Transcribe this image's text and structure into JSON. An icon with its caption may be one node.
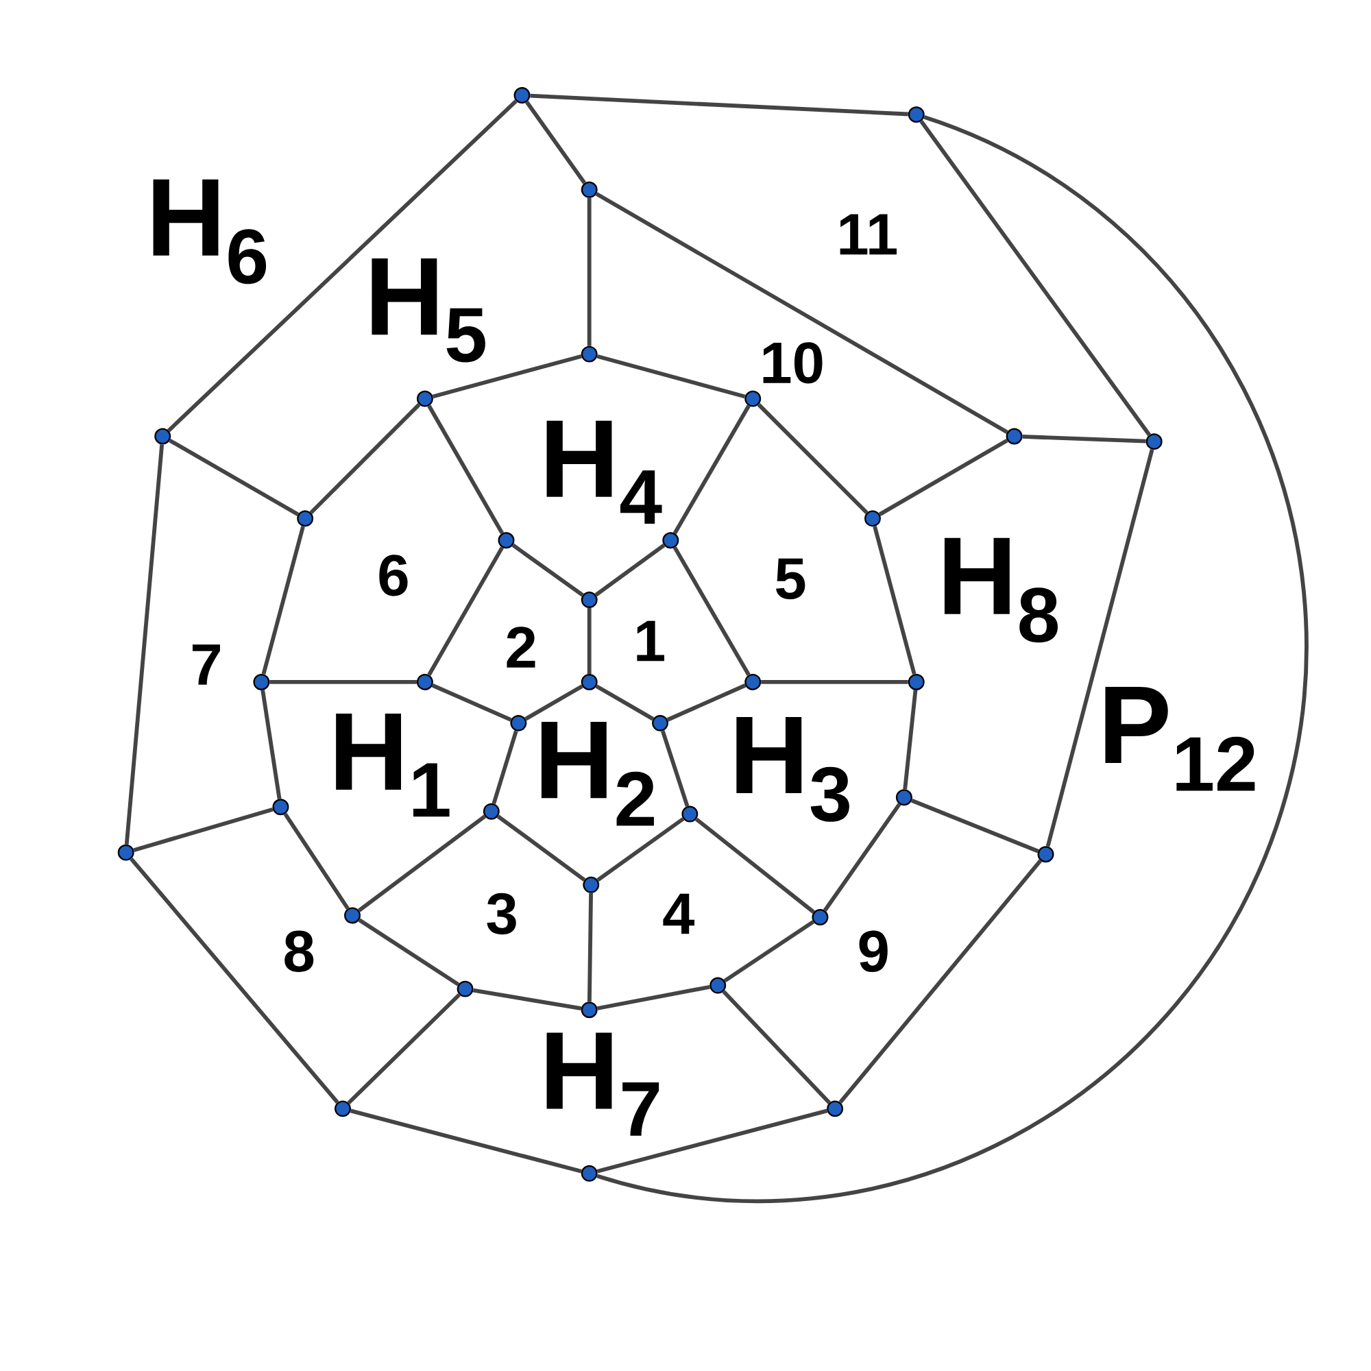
{
  "diagram": {
    "nodes": [
      {
        "text": [],
        "shape": "circle"
      },
      {
        "text": [],
        "shape": "circle"
      },
      {
        "text": [],
        "shape": "circle"
      },
      {
        "text": [],
        "shape": "circle"
      },
      {
        "text": [],
        "shape": "circle"
      },
      {
        "text": [],
        "shape": "circle"
      },
      {
        "text": [],
        "shape": "circle"
      },
      {
        "text": [],
        "shape": "circle"
      },
      {
        "text": [],
        "shape": "circle"
      },
      {
        "text": [],
        "shape": "circle"
      },
      {
        "text": [],
        "shape": "circle"
      },
      {
        "text": [],
        "shape": "circle"
      },
      {
        "text": [],
        "shape": "circle"
      },
      {
        "text": [],
        "shape": "circle"
      },
      {
        "text": [],
        "shape": "circle"
      },
      {
        "text": [],
        "shape": "circle"
      },
      {
        "text": [],
        "shape": "circle"
      },
      {
        "text": [],
        "shape": "circle"
      },
      {
        "text": [],
        "shape": "circle"
      },
      {
        "text": [],
        "shape": "circle"
      },
      {
        "text": [],
        "shape": "circle"
      },
      {
        "text": [],
        "shape": "circle"
      },
      {
        "text": [],
        "shape": "circle"
      },
      {
        "text": [],
        "shape": "circle"
      },
      {
        "text": [],
        "shape": "circle"
      },
      {
        "text": [],
        "shape": "circle"
      },
      {
        "text": [],
        "shape": "circle"
      },
      {
        "text": [],
        "shape": "circle"
      },
      {
        "text": [],
        "shape": "circle"
      },
      {
        "text": [],
        "shape": "circle"
      },
      {
        "text": [],
        "shape": "circle"
      },
      {
        "text": [],
        "shape": "circle"
      },
      {
        "text": [],
        "shape": "circle"
      },
      {
        "text": [],
        "shape": "circle"
      },
      {
        "text": [],
        "shape": "circle"
      },
      {
        "text": [],
        "shape": "circle"
      }
    ],
    "edges": [
      {
        "from": 0,
        "to": 1,
        "arrow": "none"
      },
      {
        "from": 0,
        "to": 2,
        "arrow": "none"
      },
      {
        "from": 0,
        "to": 8,
        "arrow": "none"
      },
      {
        "from": 1,
        "to": 7,
        "arrow": "none"
      },
      {
        "from": 1,
        "to": 35,
        "arrow": "none"
      },
      {
        "from": 2,
        "to": 3,
        "arrow": "none"
      },
      {
        "from": 2,
        "to": 6,
        "arrow": "none"
      },
      {
        "from": 3,
        "to": 4,
        "arrow": "none"
      },
      {
        "from": 3,
        "to": 5,
        "arrow": "none"
      },
      {
        "from": 4,
        "to": 9,
        "arrow": "none"
      },
      {
        "from": 4,
        "to": 11,
        "arrow": "none"
      },
      {
        "from": 5,
        "to": 12,
        "arrow": "none"
      },
      {
        "from": 5,
        "to": 10,
        "arrow": "none"
      },
      {
        "from": 6,
        "to": 10,
        "arrow": "none"
      },
      {
        "from": 6,
        "to": 7,
        "arrow": "none"
      },
      {
        "from": 7,
        "to": 26,
        "arrow": "none"
      },
      {
        "from": 8,
        "to": 9,
        "arrow": "none"
      },
      {
        "from": 8,
        "to": 25,
        "arrow": "none"
      },
      {
        "from": 9,
        "to": 14,
        "arrow": "none"
      },
      {
        "from": 11,
        "to": 13,
        "arrow": "none"
      },
      {
        "from": 12,
        "to": 13,
        "arrow": "none"
      },
      {
        "from": 11,
        "to": 15,
        "arrow": "none"
      },
      {
        "from": 12,
        "to": 17,
        "arrow": "none"
      },
      {
        "from": 13,
        "to": 16,
        "arrow": "none"
      },
      {
        "from": 14,
        "to": 15,
        "arrow": "none"
      },
      {
        "from": 14,
        "to": 21,
        "arrow": "none"
      },
      {
        "from": 17,
        "to": 18,
        "arrow": "none"
      },
      {
        "from": 10,
        "to": 18,
        "arrow": "none"
      },
      {
        "from": 15,
        "to": 19,
        "arrow": "none"
      },
      {
        "from": 16,
        "to": 19,
        "arrow": "none"
      },
      {
        "from": 16,
        "to": 20,
        "arrow": "none"
      },
      {
        "from": 17,
        "to": 20,
        "arrow": "none"
      },
      {
        "from": 18,
        "to": 24,
        "arrow": "none"
      },
      {
        "from": 19,
        "to": 22,
        "arrow": "none"
      },
      {
        "from": 20,
        "to": 23,
        "arrow": "none"
      },
      {
        "from": 21,
        "to": 28,
        "arrow": "none"
      },
      {
        "from": 21,
        "to": 25,
        "arrow": "none"
      },
      {
        "from": 22,
        "to": 27,
        "arrow": "none"
      },
      {
        "from": 23,
        "to": 27,
        "arrow": "none"
      },
      {
        "from": 22,
        "to": 28,
        "arrow": "none"
      },
      {
        "from": 23,
        "to": 29,
        "arrow": "none"
      },
      {
        "from": 24,
        "to": 29,
        "arrow": "none"
      },
      {
        "from": 24,
        "to": 26,
        "arrow": "none"
      },
      {
        "from": 27,
        "to": 31,
        "arrow": "none"
      },
      {
        "from": 28,
        "to": 30,
        "arrow": "none"
      },
      {
        "from": 29,
        "to": 32,
        "arrow": "none"
      },
      {
        "from": 30,
        "to": 31,
        "arrow": "none"
      },
      {
        "from": 31,
        "to": 32,
        "arrow": "none"
      },
      {
        "from": 30,
        "to": 33,
        "arrow": "none"
      },
      {
        "from": 32,
        "to": 34,
        "arrow": "none"
      },
      {
        "from": 25,
        "to": 33,
        "arrow": "none"
      },
      {
        "from": 26,
        "to": 34,
        "arrow": "none"
      },
      {
        "from": 33,
        "to": 35,
        "arrow": "none"
      },
      {
        "from": 34,
        "to": 35,
        "arrow": "none"
      }
    ],
    "labels": [
      "H$_{6}$",
      "11",
      "H$_{5}$",
      "10",
      "H$_{4}$",
      "6",
      "5",
      "H$_{8}$",
      "1",
      "2",
      "7",
      "P$_{12}$",
      "H$_{1}$",
      "H$_{3}$",
      "H$_{2}$",
      "3",
      "4",
      "8",
      "9",
      "H$_{7}$"
    ]
  }
}
